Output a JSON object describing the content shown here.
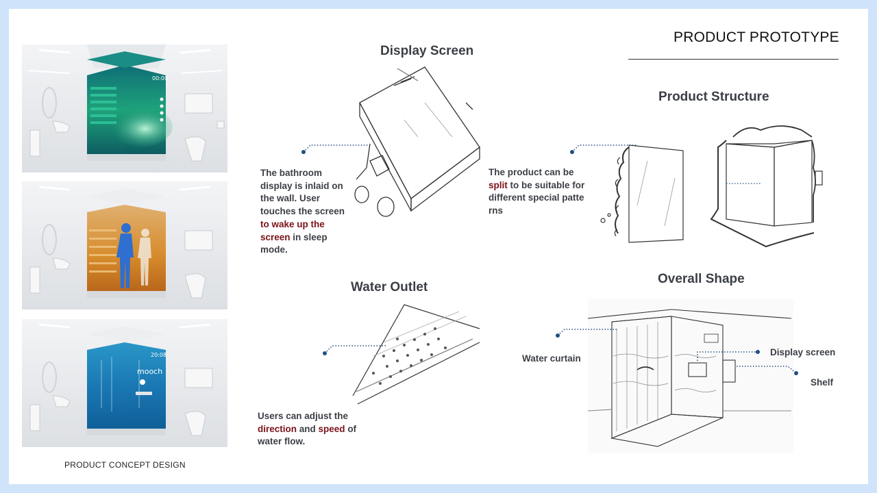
{
  "header": {
    "title": "PRODUCT PROTOTYPE"
  },
  "footer": {
    "caption": "PRODUCT CONCEPT DESIGN"
  },
  "renders": {
    "top": {
      "clock": "00:00"
    },
    "bottom": {
      "brand": "mooch",
      "clock": "20:08"
    }
  },
  "sections": {
    "display_screen": {
      "heading": "Display Screen",
      "desc": {
        "p1": "The bathroom display is inlaid on the wall. User touches the screen ",
        "h1": "to wake up the screen",
        "p2": " in sleep mode."
      }
    },
    "product_structure": {
      "heading": "Product Structure",
      "desc": {
        "p1": "The product can be ",
        "h1": "split",
        "p2": " to be suitable for different special patte rns"
      }
    },
    "water_outlet": {
      "heading": "Water Outlet",
      "desc": {
        "p1": "Users can adjust the ",
        "h1": "direction",
        "p2": " and ",
        "h2": "speed",
        "p3": " of water flow."
      }
    },
    "overall_shape": {
      "heading": "Overall Shape",
      "labels": {
        "water_curtain": "Water curtain",
        "display_screen": "Display screen",
        "shelf": "Shelf"
      }
    }
  },
  "colors": {
    "accent_text": "#7a1218",
    "callout_line": "#1f4e82",
    "page_border": "#cfe4fb"
  }
}
